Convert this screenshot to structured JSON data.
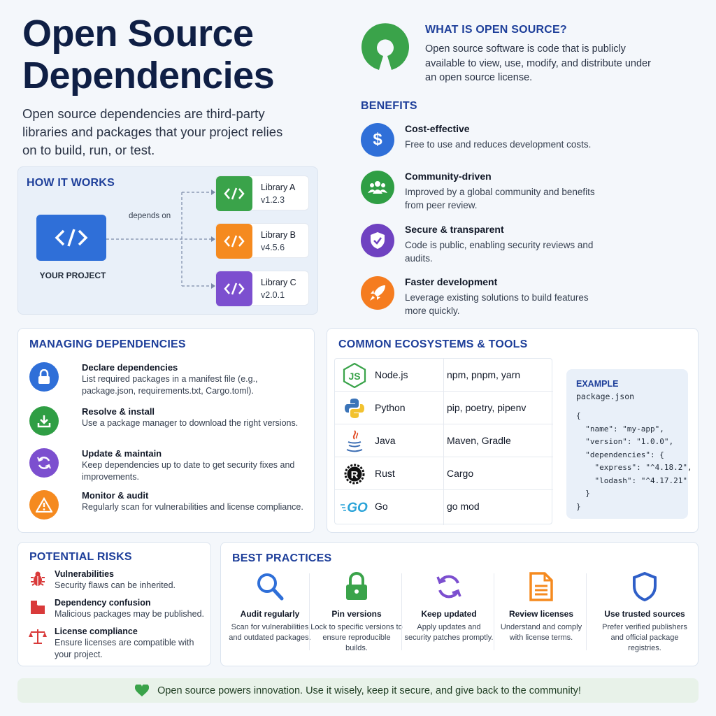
{
  "header": {
    "title": "Open Source Dependencies",
    "intro": "Open source dependencies are third-party libraries and packages that your project relies on to build, run, or test."
  },
  "what": {
    "title": "WHAT IS OPEN SOURCE?",
    "text": "Open source software is code that is publicly available to view, use, modify, and distribute under an open source license."
  },
  "benefits": {
    "title": "BENEFITS",
    "items": [
      {
        "title": "Cost-effective",
        "desc": "Free to use and reduces development costs.",
        "icon": "dollar-icon",
        "color": "#2f6fd8"
      },
      {
        "title": "Community-driven",
        "desc": "Improved by a global community and benefits from peer review.",
        "icon": "community-icon",
        "color": "#2f9e44"
      },
      {
        "title": "Secure & transparent",
        "desc": "Code is public, enabling security reviews and audits.",
        "icon": "shield-check-icon",
        "color": "#6f42c1"
      },
      {
        "title": "Faster development",
        "desc": "Leverage existing solutions to build features more quickly.",
        "icon": "rocket-icon",
        "color": "#f57c1f"
      }
    ]
  },
  "how": {
    "title": "HOW IT WORKS",
    "project_label": "YOUR PROJECT",
    "depends_on": "depends on",
    "libraries": [
      {
        "name": "Library A",
        "version": "v1.2.3",
        "color": "#3aa34a"
      },
      {
        "name": "Library B",
        "version": "v4.5.6",
        "color": "#f58a1f"
      },
      {
        "name": "Library C",
        "version": "v2.0.1",
        "color": "#7c4fcf"
      }
    ]
  },
  "managing": {
    "title": "MANAGING DEPENDENCIES",
    "items": [
      {
        "title": "Declare dependencies",
        "desc": "List required packages in a manifest file (e.g., package.json, requirements.txt, Cargo.toml).",
        "icon": "lock-icon",
        "color": "#2f6fd8"
      },
      {
        "title": "Resolve & install",
        "desc": "Use a package manager to download the right versions.",
        "icon": "download-icon",
        "color": "#2f9e44"
      },
      {
        "title": "Update & maintain",
        "desc": "Keep dependencies up to date to get security fixes and improvements.",
        "icon": "refresh-icon",
        "color": "#7c4fcf"
      },
      {
        "title": "Monitor & audit",
        "desc": "Regularly scan for vulnerabilities and license compliance.",
        "icon": "warning-icon",
        "color": "#f58a1f"
      }
    ]
  },
  "ecosystems": {
    "title": "COMMON ECOSYSTEMS & TOOLS",
    "rows": [
      {
        "name": "Node.js",
        "tools": "npm, pnpm, yarn",
        "icon": "nodejs-icon"
      },
      {
        "name": "Python",
        "tools": "pip, poetry, pipenv",
        "icon": "python-icon"
      },
      {
        "name": "Java",
        "tools": "Maven, Gradle",
        "icon": "java-icon"
      },
      {
        "name": "Rust",
        "tools": "Cargo",
        "icon": "rust-icon"
      },
      {
        "name": "Go",
        "tools": "go mod",
        "icon": "go-icon"
      }
    ],
    "example": {
      "title": "EXAMPLE",
      "file": "package.json",
      "code": "{\n  \"name\": \"my-app\",\n  \"version\": \"1.0.0\",\n  \"dependencies\": {\n    \"express\": \"^4.18.2\",\n    \"lodash\": \"^4.17.21\"\n  }\n}"
    }
  },
  "risks": {
    "title": "POTENTIAL RISKS",
    "items": [
      {
        "title": "Vulnerabilities",
        "desc": "Security flaws can be inherited.",
        "icon": "bug-icon"
      },
      {
        "title": "Dependency confusion",
        "desc": "Malicious packages may be published.",
        "icon": "package-icon"
      },
      {
        "title": "License compliance",
        "desc": "Ensure licenses are compatible with your project.",
        "icon": "scales-icon"
      }
    ]
  },
  "best": {
    "title": "BEST PRACTICES",
    "items": [
      {
        "title": "Audit regularly",
        "desc": "Scan for vulnerabilities and outdated packages.",
        "icon": "magnifier-icon"
      },
      {
        "title": "Pin versions",
        "desc": "Lock to specific versions to ensure reproducible builds.",
        "icon": "lock-icon"
      },
      {
        "title": "Keep updated",
        "desc": "Apply updates and security patches promptly.",
        "icon": "refresh-icon"
      },
      {
        "title": "Review licenses",
        "desc": "Understand and comply with license terms.",
        "icon": "document-icon"
      },
      {
        "title": "Use trusted sources",
        "desc": "Prefer verified publishers and official package registries.",
        "icon": "shield-icon"
      }
    ]
  },
  "footer": {
    "text": "Open source powers innovation. Use it wisely, keep it secure, and give back to the community!",
    "icon": "heart-icon"
  }
}
